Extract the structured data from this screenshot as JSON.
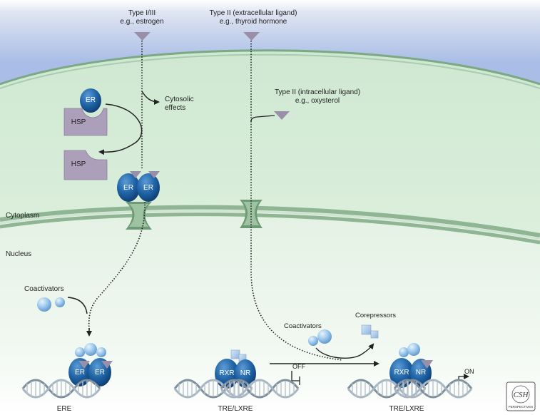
{
  "ligands": {
    "type1": {
      "line1": "Type I/III",
      "line2": "e.g., estrogen"
    },
    "type2_ext": {
      "line1": "Type II (extracellular ligand)",
      "line2": "e.g., thyroid hormone"
    },
    "type2_int": {
      "line1": "Type II (intracellular ligand)",
      "line2": "e.g., oxysterol"
    }
  },
  "cytosolic": {
    "line1": "Cytosolic",
    "line2": "effects"
  },
  "compartments": {
    "cytoplasm": "Cytoplasm",
    "nucleus": "Nucleus"
  },
  "receptors": {
    "er": "ER",
    "hsp": "HSP",
    "rxr": "RXR",
    "nr": "NR"
  },
  "cofactors": {
    "coactivators": "Coactivators",
    "corepressors": "Corepressors"
  },
  "states": {
    "off": "OFF",
    "on": "ON"
  },
  "elements": {
    "ere": "ERE",
    "tre_lxre": "TRE/LXRE"
  },
  "logo": {
    "line1": "CSH",
    "line2": "PERSPECTIVES"
  },
  "colors": {
    "extracellular": "#c6d3ec",
    "cytoplasm": "#d8eddb",
    "nucleus": "#e4f2e4",
    "membrane": "#8fb595",
    "receptor": "#1f63a5",
    "hsp": "#ab9fba",
    "ligand": "#9a8fa9",
    "coactivator": "#8dbde6",
    "corepressor": "#a9c6e6",
    "dna": "#8a9aa8"
  }
}
